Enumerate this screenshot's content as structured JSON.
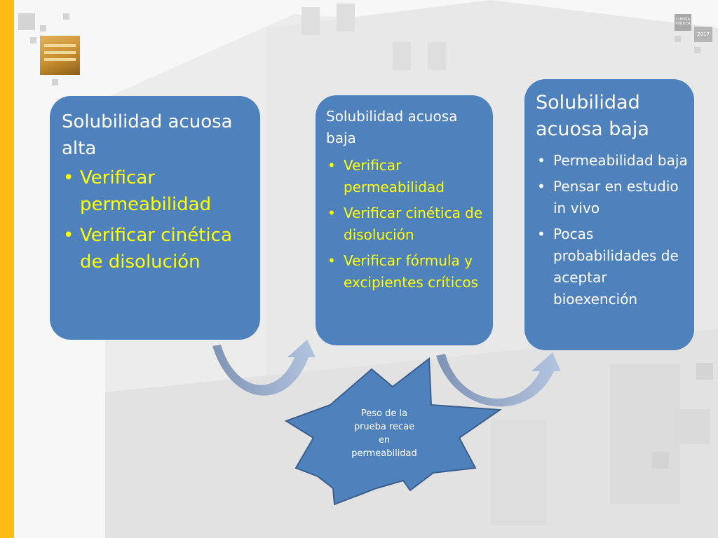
{
  "decor": {
    "badge_lines": [
      "CUENTA",
      "PÚBLICA"
    ],
    "year": "2017"
  },
  "boxes": [
    {
      "heading": "Solubilidad acuosa alta",
      "items": [
        "Verificar permeabilidad",
        "Verificar cinética de disolución"
      ]
    },
    {
      "heading": "Solubilidad acuosa baja",
      "items": [
        "Verificar permeabilidad",
        "Verificar cinética de disolución",
        "Verificar fórmula y excipientes críticos"
      ]
    },
    {
      "heading": "Solubilidad acuosa baja",
      "items": [
        "Permeabilidad baja",
        "Pensar en estudio in vivo",
        "Pocas probabilidades de aceptar bioexención"
      ]
    }
  ],
  "callout": {
    "lines": [
      "Peso de la",
      "prueba recae",
      "en",
      "permeabilidad"
    ]
  },
  "colors": {
    "box_fill": "#4f81bd",
    "highlight_text": "#ffff00",
    "accent_stripe": "#fdbb14"
  }
}
